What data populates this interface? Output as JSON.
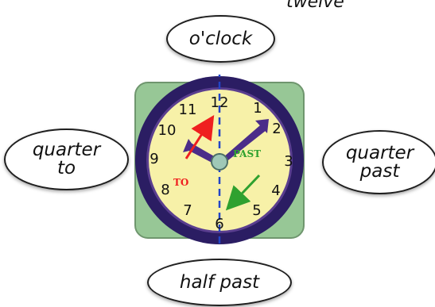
{
  "labels": {
    "top_fragment": "twelve",
    "top": "o'clock",
    "left": "quarter\nto",
    "right": "quarter\npast",
    "bottom": "half past"
  },
  "clock": {
    "numbers": [
      "12",
      "1",
      "2",
      "3",
      "4",
      "5",
      "6",
      "7",
      "8",
      "9",
      "10",
      "11"
    ],
    "to_label": "TO",
    "past_label": "PAST",
    "colors": {
      "face": "#f7f1a8",
      "rim": "#2b1d63",
      "rim_inner": "#5a3e8f",
      "background": "#97c796",
      "background_border": "#6f966e",
      "hand": "#4b2c89",
      "center": "#9fc8b7",
      "center_border": "#4c6f67",
      "to_arrow": "#ef1f1f",
      "past_arrow": "#2fa12f",
      "dashed_line": "#2245c7"
    }
  }
}
